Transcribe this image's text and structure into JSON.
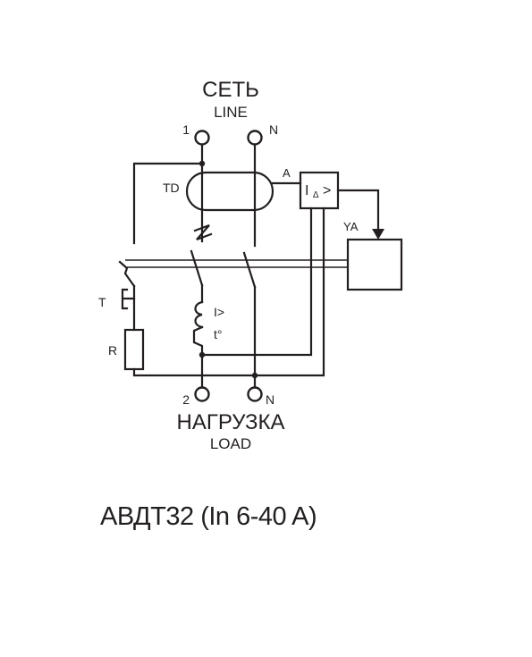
{
  "labels": {
    "line_ru": "СЕТЬ",
    "line_en": "LINE",
    "load_ru": "НАГРУЗКА",
    "load_en": "LOAD",
    "term_in_1": "1",
    "term_in_n": "N",
    "term_out_2": "2",
    "term_out_n": "N",
    "td": "TD",
    "a": "A",
    "ya": "YA",
    "t_button": "T",
    "r_resistor": "R",
    "i_delta_i": "I",
    "i_delta_sub": "Δ",
    "i_delta_gt": ">",
    "overcurrent": "I>",
    "thermal": "t°"
  },
  "caption": "АВДТ32 (In 6-40 A)"
}
